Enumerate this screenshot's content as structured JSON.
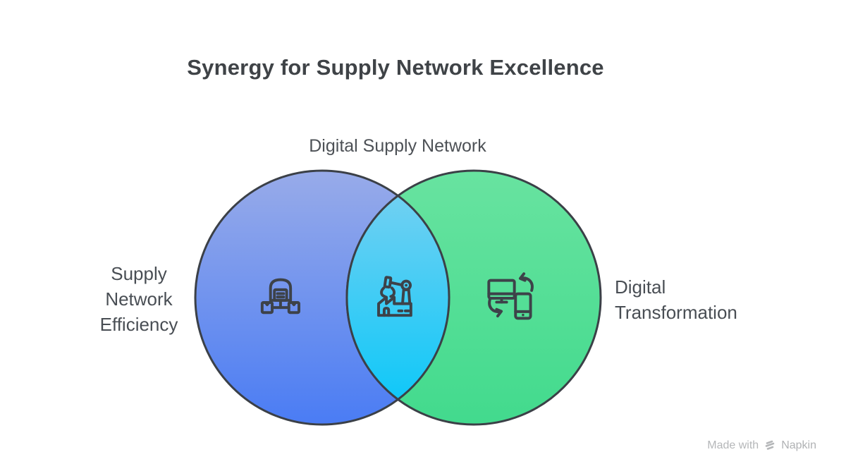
{
  "title": "Synergy for Supply Network Excellence",
  "venn": {
    "intersection_label": "Digital Supply Network",
    "outline_color": "#3b4047",
    "icon_stroke_color": "#3d4249",
    "left_circle": {
      "label_lines": [
        "Supply",
        "Network",
        "Efficiency"
      ],
      "icon": "warehouse-distribution-icon",
      "gradient_top": "#98ABE9",
      "gradient_bottom": "#4A7CF4"
    },
    "overlap": {
      "icon": "smart-factory-robotic-arm-icon",
      "gradient_top": "#70D0F2",
      "gradient_bottom": "#10C8F8"
    },
    "right_circle": {
      "label_lines": [
        "Digital",
        "Transformation"
      ],
      "icon": "device-sync-icon",
      "gradient_top": "#68E3A0",
      "gradient_bottom": "#42DA8D"
    }
  },
  "watermark": {
    "text": "Made with",
    "brand": "Napkin"
  }
}
